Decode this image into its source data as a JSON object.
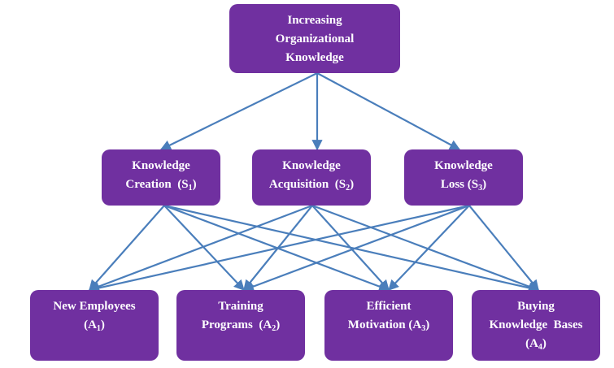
{
  "diagram": {
    "edge_color": "#4a7ebb",
    "node_color": "#7030a0",
    "goal": {
      "id": "G",
      "lines": [
        [
          {
            "t": "Increasing"
          }
        ],
        [
          {
            "t": "Organizational"
          }
        ],
        [
          {
            "t": "Knowledge"
          }
        ]
      ]
    },
    "criteria": [
      {
        "id": "S1",
        "lines": [
          [
            {
              "t": "Knowledge"
            }
          ],
          [
            {
              "t": "Creation  (S"
            },
            {
              "sub": "1"
            },
            {
              "t": ")"
            }
          ]
        ]
      },
      {
        "id": "S2",
        "lines": [
          [
            {
              "t": "Knowledge"
            }
          ],
          [
            {
              "t": "Acquisition  (S"
            },
            {
              "sub": "2"
            },
            {
              "t": ")"
            }
          ]
        ]
      },
      {
        "id": "S3",
        "lines": [
          [
            {
              "t": "Knowledge"
            }
          ],
          [
            {
              "t": "Loss (S"
            },
            {
              "sub": "3"
            },
            {
              "t": ")"
            }
          ]
        ]
      }
    ],
    "alternatives": [
      {
        "id": "A1",
        "lines": [
          [
            {
              "t": "New Employees"
            }
          ],
          [
            {
              "t": "(A"
            },
            {
              "sub": "1"
            },
            {
              "t": ")"
            }
          ]
        ]
      },
      {
        "id": "A2",
        "lines": [
          [
            {
              "t": "Training"
            }
          ],
          [
            {
              "t": "Programs  (A"
            },
            {
              "sub": "2"
            },
            {
              "t": ")"
            }
          ]
        ]
      },
      {
        "id": "A3",
        "lines": [
          [
            {
              "t": "Efficient"
            }
          ],
          [
            {
              "t": "Motivation (A"
            },
            {
              "sub": "3"
            },
            {
              "t": ")"
            }
          ]
        ]
      },
      {
        "id": "A4",
        "lines": [
          [
            {
              "t": "Buying"
            }
          ],
          [
            {
              "t": "Knowledge  Bases"
            }
          ],
          [
            {
              "t": "(A"
            },
            {
              "sub": "4"
            },
            {
              "t": ")"
            }
          ]
        ]
      }
    ],
    "edges": [
      [
        "G",
        "S1"
      ],
      [
        "G",
        "S2"
      ],
      [
        "G",
        "S3"
      ],
      [
        "S1",
        "A1"
      ],
      [
        "S1",
        "A2"
      ],
      [
        "S1",
        "A3"
      ],
      [
        "S1",
        "A4"
      ],
      [
        "S2",
        "A1"
      ],
      [
        "S2",
        "A2"
      ],
      [
        "S2",
        "A3"
      ],
      [
        "S2",
        "A4"
      ],
      [
        "S3",
        "A1"
      ],
      [
        "S3",
        "A2"
      ],
      [
        "S3",
        "A3"
      ],
      [
        "S3",
        "A4"
      ]
    ]
  }
}
